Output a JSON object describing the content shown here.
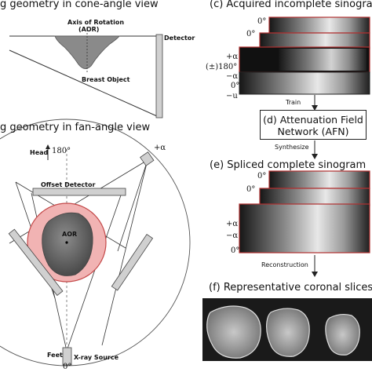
{
  "panel_a": {
    "title": "g geometry in cone-angle view",
    "aor_label_line1": "Axis of Rotation",
    "aor_label_line2": "(AOR)",
    "detector_label": "Detector",
    "breast_label": "Breast Object"
  },
  "panel_b": {
    "title": "g geometry in fan-angle view",
    "head_label": "Head",
    "head_angle": "180°",
    "alpha_label": "+α",
    "offset_detector_label": "Offset Detector",
    "aor_label": "AOR",
    "feet_label": "Feet",
    "source_label": "X-ray Source",
    "bottom_angle": "0°"
  },
  "panel_c": {
    "title": "(c) Acquired incomplete sinogram",
    "ticks": [
      "0°",
      "0°",
      "+α",
      "(±)180°",
      "−α",
      "0°",
      "−u"
    ],
    "train_label": "Train"
  },
  "panel_d": {
    "line1": "(d) Attenuation Field",
    "line2": "Network (AFN)",
    "synthesize_label": "Synthesize"
  },
  "panel_e": {
    "title": "(e) Spliced complete sinogram",
    "ticks": [
      "0°",
      "0°",
      "+α",
      "−α",
      "0°"
    ],
    "reconstruction_label": "Reconstruction"
  },
  "panel_f": {
    "title": "(f) Representative coronal slices"
  },
  "colors": {
    "circle_fill": "#f1b3b3",
    "circle_stroke": "#c44848",
    "frame_red": "#b03030",
    "slice_bg": "#1a1a1a"
  }
}
